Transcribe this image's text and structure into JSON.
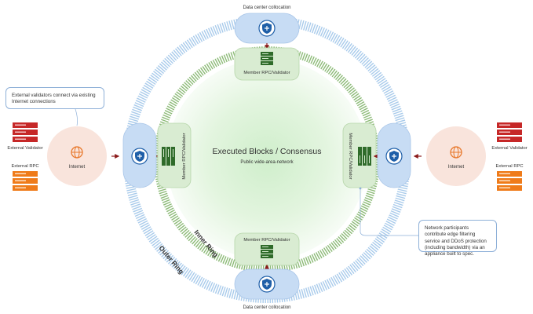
{
  "center": {
    "title": "Executed Blocks / Consensus",
    "subtitle": "Public wide-area-network"
  },
  "rings": {
    "inner": "Inner Ring",
    "outer": "Outer Ring"
  },
  "member_label": "Member RPC/Validator",
  "datacenter_label": "Data center collocation",
  "internet_label": "Internet",
  "external_validator_label": "External Validator",
  "external_rpc_label": "External RPC",
  "notes": {
    "left": "External validators connect via existing Internet connections",
    "right": "Network participants contribute edge filtering service and DDoS protection (including bandwidth) via an appliance built to spec."
  },
  "colors": {
    "inner_ring": "#7fb26a",
    "outer_ring": "#a9cbeb",
    "member_box": "#d9ecd2",
    "datacenter_pill": "#c7dcf4",
    "internet": "#f9e4dc",
    "validator": "#c62828",
    "rpc": "#ef7b1a",
    "arrow": "#8b1a1a",
    "server_icon": "#2f6b2a",
    "shield_icon": "#1f5fa8"
  }
}
